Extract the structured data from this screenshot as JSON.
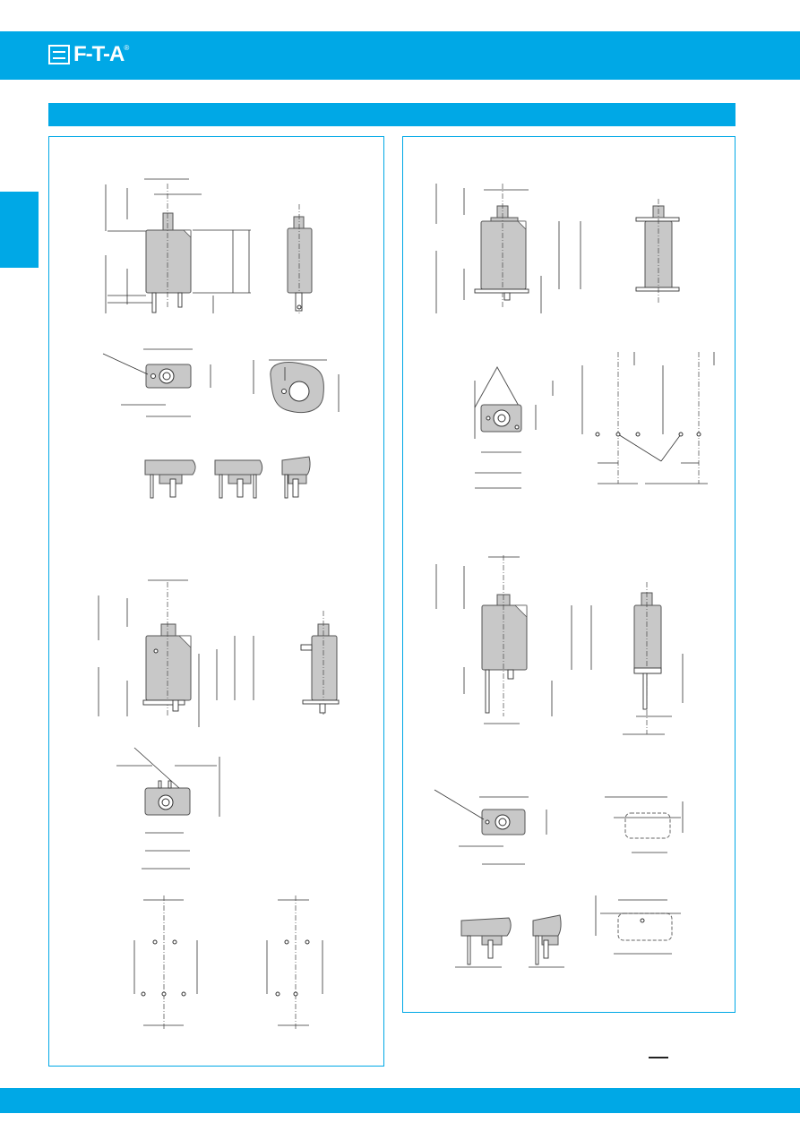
{
  "brand": {
    "logo_text": "F-T-A",
    "registered_mark": "®",
    "logo_icon": "fta-logo-icon"
  },
  "colors": {
    "brand_blue": "#00a8e6",
    "component_gray": "#c8c8c8",
    "line": "#333333"
  },
  "panels": {
    "left": {
      "drawings": [
        "top-device-side-views",
        "top-device-footprints",
        "top-device-terminal-variants",
        "bottom-device-side-views",
        "bottom-device-top-view",
        "bottom-device-pcb-layouts"
      ]
    },
    "right": {
      "drawings": [
        "top-device-side-views",
        "top-device-top-view",
        "top-device-pcb-layouts",
        "middle-device-side-views",
        "middle-device-footprints",
        "middle-device-terminal-variants"
      ]
    }
  }
}
